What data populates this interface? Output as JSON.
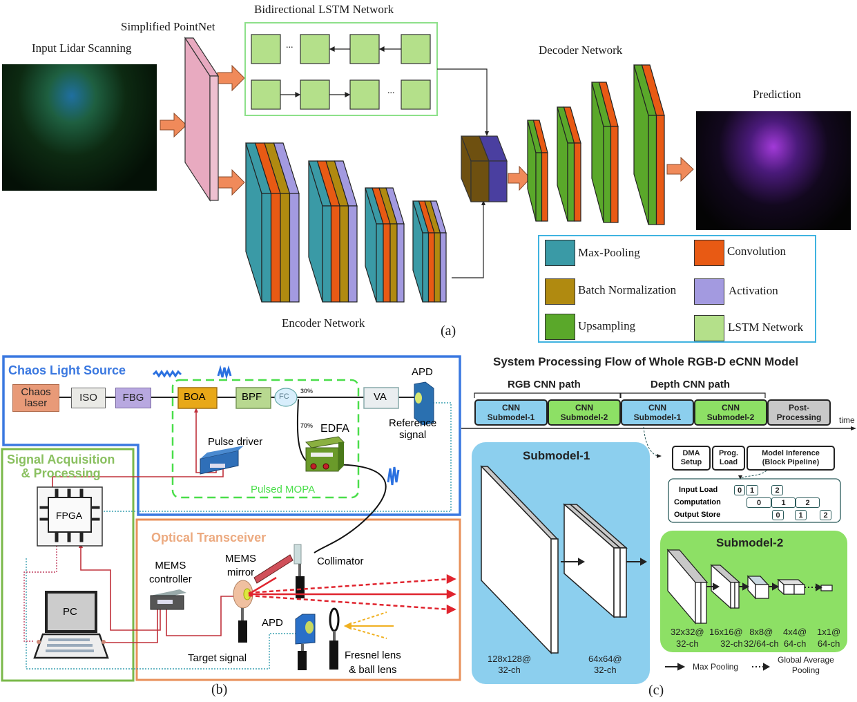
{
  "panel_a": {
    "caption": "(a)",
    "input_label": "Input Lidar Scanning",
    "pointnet_label": "Simplified PointNet",
    "lstm_label": "Bidirectional LSTM Network",
    "lstm_ellipsis": "...",
    "encoder_label": "Encoder Network",
    "decoder_label": "Decoder Network",
    "prediction_label": "Prediction",
    "legend": [
      {
        "label": "Max-Pooling",
        "color": "#3a9aa6"
      },
      {
        "label": "Convolution",
        "color": "#e85a14"
      },
      {
        "label": "Batch Normalization",
        "color": "#b08a10"
      },
      {
        "label": "Activation",
        "color": "#a39ae0"
      },
      {
        "label": "Upsampling",
        "color": "#5aa82a"
      },
      {
        "label": "LSTM Network",
        "color": "#b4e08a"
      }
    ],
    "colors": {
      "pointnet": "#e8aac0",
      "arrow": "#f08a5a",
      "lstm_border": "#8de08a",
      "fusion_brown": "#6e5010",
      "fusion_purple": "#4a3fa0"
    }
  },
  "panel_b": {
    "caption": "(b)",
    "chaos_title": "Chaos Light Source",
    "signal_title_line1": "Signal Acquisition",
    "signal_title_line2": "& Processing",
    "optical_title": "Optical Transceiver",
    "chaos_laser_line1": "Chaos",
    "chaos_laser_line2": "laser",
    "iso": "ISO",
    "fbg": "FBG",
    "boa": "BOA",
    "bpf": "BPF",
    "fc": "FC",
    "pct_30": "30%",
    "pct_70": "70%",
    "va": "VA",
    "apd_top": "APD",
    "reference_line1": "Reference",
    "reference_line2": "signal",
    "edfa": "EDFA",
    "pulse_driver": "Pulse driver",
    "pulsed_mopa": "Pulsed MOPA",
    "fpga": "FPGA",
    "pc": "PC",
    "mems_controller_line1": "MEMS",
    "mems_controller_line2": "controller",
    "mems_mirror_line1": "MEMS",
    "mems_mirror_line2": "mirror",
    "collimator": "Collimator",
    "apd_bottom": "APD",
    "target_signal": "Target signal",
    "fresnel_line1": "Fresnel lens",
    "fresnel_line2": "& ball lens",
    "colors": {
      "chaos_border": "#3a78e0",
      "signal_border": "#7ab84a",
      "optical_border": "#e8905a",
      "mopa_dash": "#4ade4a"
    }
  },
  "panel_c": {
    "caption": "(c)",
    "title": "System Processing Flow of Whole RGB-D eCNN Model",
    "rgb_path": "RGB CNN path",
    "depth_path": "Depth CNN path",
    "time_label": "time",
    "flow": [
      {
        "line1": "CNN",
        "line2": "Submodel-1",
        "color": "#8ccfee"
      },
      {
        "line1": "CNN",
        "line2": "Submodel-2",
        "color": "#8de065"
      },
      {
        "line1": "CNN",
        "line2": "Submodel-1",
        "color": "#8ccfee"
      },
      {
        "line1": "CNN",
        "line2": "Submodel-2",
        "color": "#8de065"
      },
      {
        "line1": "Post-",
        "line2": "Processing",
        "color": "#c8c8c8"
      }
    ],
    "stages": [
      {
        "line1": "DMA",
        "line2": "Setup"
      },
      {
        "line1": "Prog.",
        "line2": "Load"
      },
      {
        "line1": "Model Inference",
        "line2": "(Block Pipeline)"
      }
    ],
    "pipeline": {
      "rows": [
        "Input Load",
        "Computation",
        "Output Store"
      ],
      "input_blocks": [
        "0",
        "1",
        "2"
      ],
      "compute_blocks": [
        "0",
        "1",
        "2"
      ],
      "output_blocks": [
        "0",
        "1",
        "2"
      ]
    },
    "submodel1": {
      "title": "Submodel-1",
      "layers": [
        {
          "line1": "128x128@",
          "line2": "32-ch"
        },
        {
          "line1": "64x64@",
          "line2": "32-ch"
        }
      ]
    },
    "submodel2": {
      "title": "Submodel-2",
      "layers": [
        {
          "line1": "32x32@",
          "line2": "32-ch"
        },
        {
          "line1": "16x16@",
          "line2": "32-ch"
        },
        {
          "line1": "8x8@",
          "line2": "32/64-ch"
        },
        {
          "line1": "4x4@",
          "line2": "64-ch"
        },
        {
          "line1": "1x1@",
          "line2": "64-ch"
        }
      ]
    },
    "legend": {
      "max_pooling": "Max Pooling",
      "gap_line1": "Global Average",
      "gap_line2": "Pooling"
    }
  }
}
